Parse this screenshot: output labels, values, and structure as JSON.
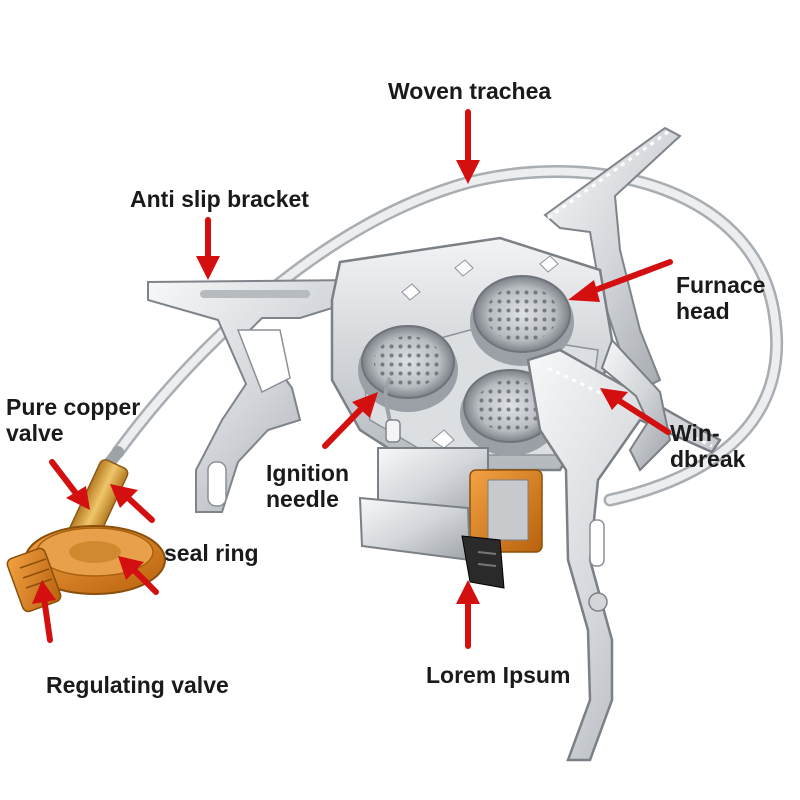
{
  "labels": {
    "woven_trachea": "Woven trachea",
    "anti_slip_bracket": "Anti slip bracket",
    "furnace_head_1": "Furnace",
    "furnace_head_2": "head",
    "pure_copper_valve_1": "Pure copper",
    "pure_copper_valve_2": "valve",
    "windbreak_1": "Win-",
    "windbreak_2": "dbreak",
    "ignition_needle_1": "Ignition",
    "ignition_needle_2": "needle",
    "seal_ring": "seal ring",
    "regulating_valve": "Regulating valve",
    "lorem_ipsum": "Lorem Ipsum"
  },
  "colors": {
    "arrow": "#d40f0f",
    "steel_light": "#eef0f2",
    "steel_mid": "#c4c8cc",
    "steel_dark": "#8a8f95",
    "brass": "#d9a441",
    "orange": "#e0841c"
  }
}
